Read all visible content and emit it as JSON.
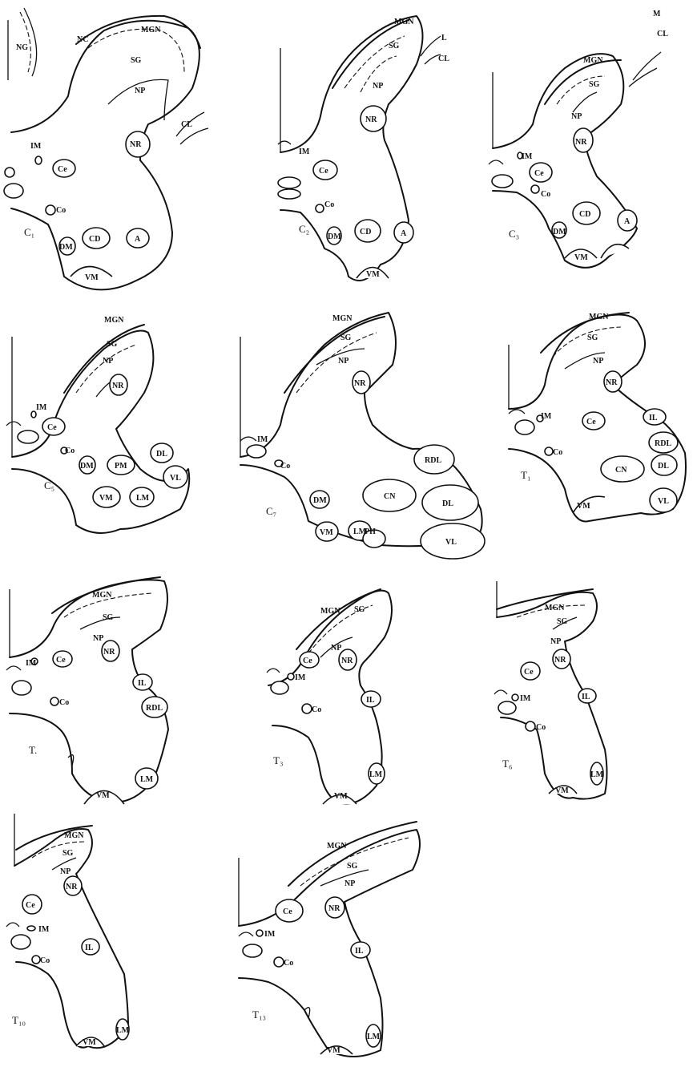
{
  "panels": [
    {
      "id": "c5",
      "segment": "C₁",
      "labels": [
        "NG",
        "NC",
        "MGN",
        "SG",
        "NP",
        "NR",
        "CL",
        "IM",
        "Ce",
        "Co",
        "CD",
        "A",
        "DM",
        "VM"
      ]
    },
    {
      "id": "c6",
      "segment": "C₂",
      "labels": [
        "MGN",
        "SG",
        "NP",
        "L",
        "CL",
        "NR",
        "IM",
        "Ce",
        "Co",
        "DM",
        "CD",
        "A",
        "VM"
      ]
    },
    {
      "id": "c7",
      "segment": "C₃",
      "labels": [
        "M",
        "CL",
        "MGN",
        "SG",
        "NP",
        "NR",
        "IM",
        "Ce",
        "Co",
        "CD",
        "A",
        "DM",
        "VM"
      ]
    },
    {
      "id": "c8",
      "segment": "C₅",
      "labels": [
        "MGN",
        "SG",
        "NP",
        "NR",
        "IM",
        "Ce",
        "Co",
        "DM",
        "PM",
        "DL",
        "VL",
        "VM",
        "LM"
      ]
    },
    {
      "id": "c9",
      "segment": "C₇",
      "labels": [
        "MGN",
        "SG",
        "NP",
        "NR",
        "IM",
        "Co",
        "RDL",
        "CN",
        "DL",
        "DM",
        "PH",
        "VL",
        "VM",
        "LM"
      ]
    },
    {
      "id": "t1",
      "segment": "T₁",
      "labels": [
        "MGN",
        "SG",
        "NP",
        "NR",
        "IM",
        "Ce",
        "IL",
        "RDL",
        "Co",
        "CN",
        "DL",
        "VM",
        "VL"
      ]
    },
    {
      "id": "t2",
      "segment": "T.",
      "labels": [
        "MGN",
        "SG",
        "NP",
        "NR",
        "IM",
        "Ce",
        "IL",
        "Co",
        "RDL",
        "LM",
        "VM"
      ]
    },
    {
      "id": "t3",
      "segment": "T₃",
      "labels": [
        "MGN",
        "SG",
        "NP",
        "Ce",
        "NR",
        "IM",
        "IL",
        "Co",
        "LM",
        "VM"
      ]
    },
    {
      "id": "t6",
      "segment": "T₆",
      "labels": [
        "MGN",
        "SG",
        "NP",
        "NR",
        "Ce",
        "IL",
        "IM",
        "Co",
        "LM",
        "VM"
      ]
    },
    {
      "id": "t10",
      "segment": "T₁₀",
      "labels": [
        "MGN",
        "SG",
        "NP",
        "Ce",
        "NR",
        "IM",
        "IL",
        "Co",
        "LM",
        "VM"
      ]
    },
    {
      "id": "t13",
      "segment": "T₁₃",
      "labels": [
        "MGN",
        "SG",
        "NP",
        "Ce",
        "NR",
        "IM",
        "IL",
        "Co",
        "LM",
        "VM"
      ]
    }
  ]
}
